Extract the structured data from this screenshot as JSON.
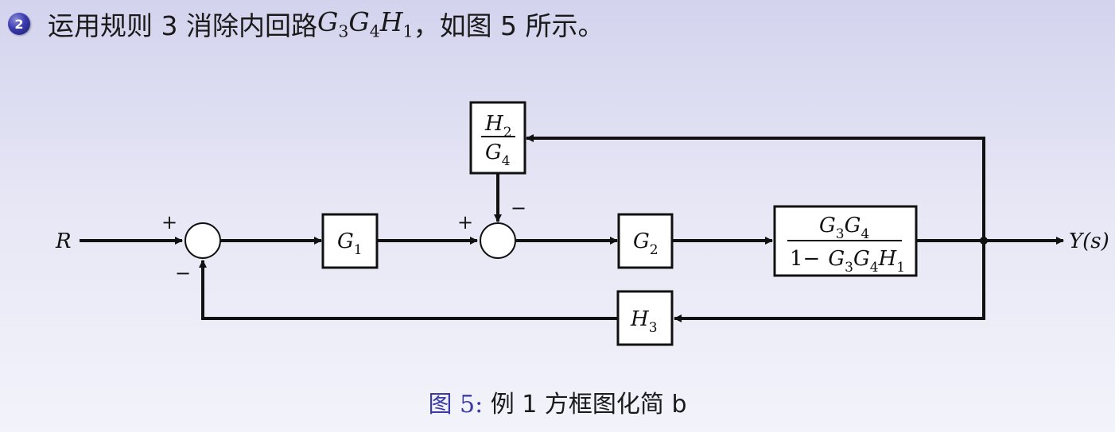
{
  "step": {
    "number": "2",
    "text": "运用规则 3 消除内回路 ",
    "tail": "，如图 5 所示。"
  },
  "diagram": {
    "input_label": "R",
    "output_label": "Y(s)",
    "blocks": {
      "g1": {
        "main": "G",
        "sub": "1"
      },
      "g2": {
        "main": "G",
        "sub": "2"
      },
      "h3": {
        "main": "H",
        "sub": "3"
      },
      "h2_over_g4": {
        "num_main": "H",
        "num_sub": "2",
        "den_main": "G",
        "den_sub": "4"
      },
      "g3g4_loop": {
        "numerator": "G3G4",
        "denominator": "1− G3G4H1"
      }
    },
    "signs": {
      "sum1_top": "+",
      "sum1_bottom": "−",
      "sum2_left": "+",
      "sum2_top": "−"
    }
  },
  "caption": {
    "figure": "图 5:",
    "text": "例 1 方框图化简 b"
  }
}
